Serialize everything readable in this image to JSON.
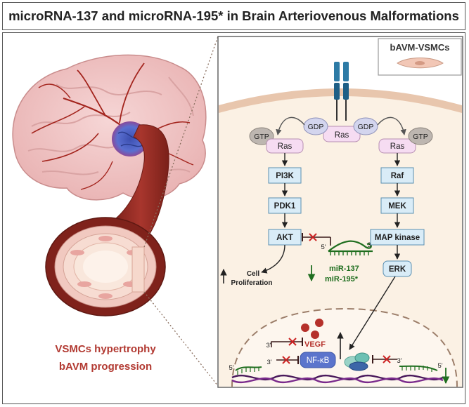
{
  "title": "microRNA-137 and microRNA-195* in Brain Arteriovenous Malformations",
  "cell_label": "bAVM-VSMCs",
  "left_caption": {
    "line1": "VSMCs hypertrophy",
    "line2": "bAVM progression"
  },
  "receptor": {
    "gdp_left": "GDP",
    "gdp_right": "GDP",
    "ras_center": "Ras"
  },
  "left_pathway": {
    "gtp": "GTP",
    "ras": "Ras",
    "nodes": [
      "PI3K",
      "PDK1",
      "AKT"
    ],
    "outcome_line1": "Cell",
    "outcome_line2": "Proliferation"
  },
  "right_pathway": {
    "gtp": "GTP",
    "ras": "Ras",
    "nodes": [
      "Raf",
      "MEK",
      "MAP kinase",
      "ERK"
    ]
  },
  "mirna": {
    "five_prime": "5'",
    "three_prime": "3'",
    "label1": "miR-137",
    "label2": "miR-195*"
  },
  "nucleus": {
    "vegf": "VEGF",
    "nfkb": "NF-κB",
    "left_5prime": "5'",
    "left_3prime": "3'",
    "left_3prime_b": "3'",
    "right_3prime": "3'",
    "right_5prime": "5'"
  },
  "colors": {
    "membrane": "#e8c6ad",
    "cytoplasm": "#fbf1e4",
    "pathway_box": "#d9ecf7",
    "ras_box": "#f6dcf2",
    "mirna_green": "#1f6e1f",
    "inhibit_red": "#cc2222",
    "title_red": "#b23a32",
    "vessel_red": "#8e2a23"
  }
}
